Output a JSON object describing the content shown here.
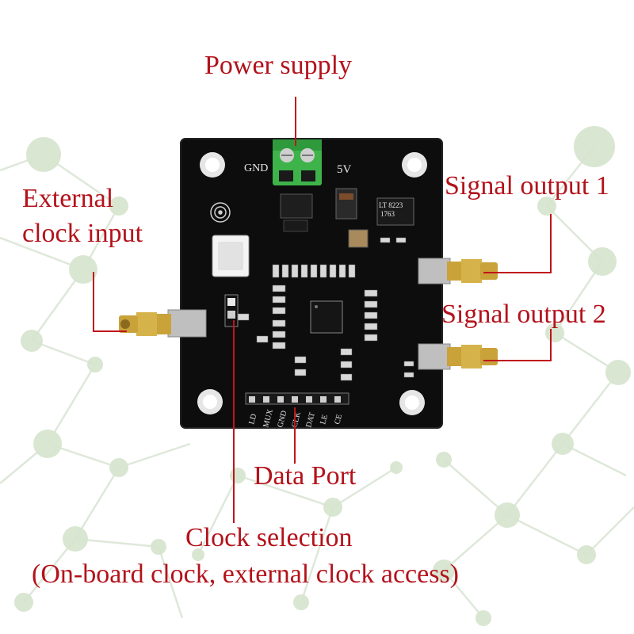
{
  "annotations": {
    "power_supply": "Power supply",
    "external_clock_line1": "External",
    "external_clock_line2": "clock input",
    "signal_output_1": "Signal output 1",
    "signal_output_2": "Signal output 2",
    "data_port": "Data Port",
    "clock_selection_line1": "Clock selection",
    "clock_selection_line2": "(On-board clock, external clock access)"
  },
  "silkscreen": {
    "gnd": "GND",
    "five_v": "5V",
    "pins": [
      "LD",
      "MUX",
      "GND",
      "CLK",
      "DAT",
      "LE",
      "CE"
    ],
    "chip_marking_1": "LT 8223",
    "chip_marking_2": "1763"
  },
  "colors": {
    "annotation_text": "#b3121b",
    "annotation_line": "#c0141c",
    "board": "#0d0d0d",
    "terminal_block": "#3db34a",
    "sma_gold": "#c9a23a",
    "background_network": "#d9e8d2"
  }
}
